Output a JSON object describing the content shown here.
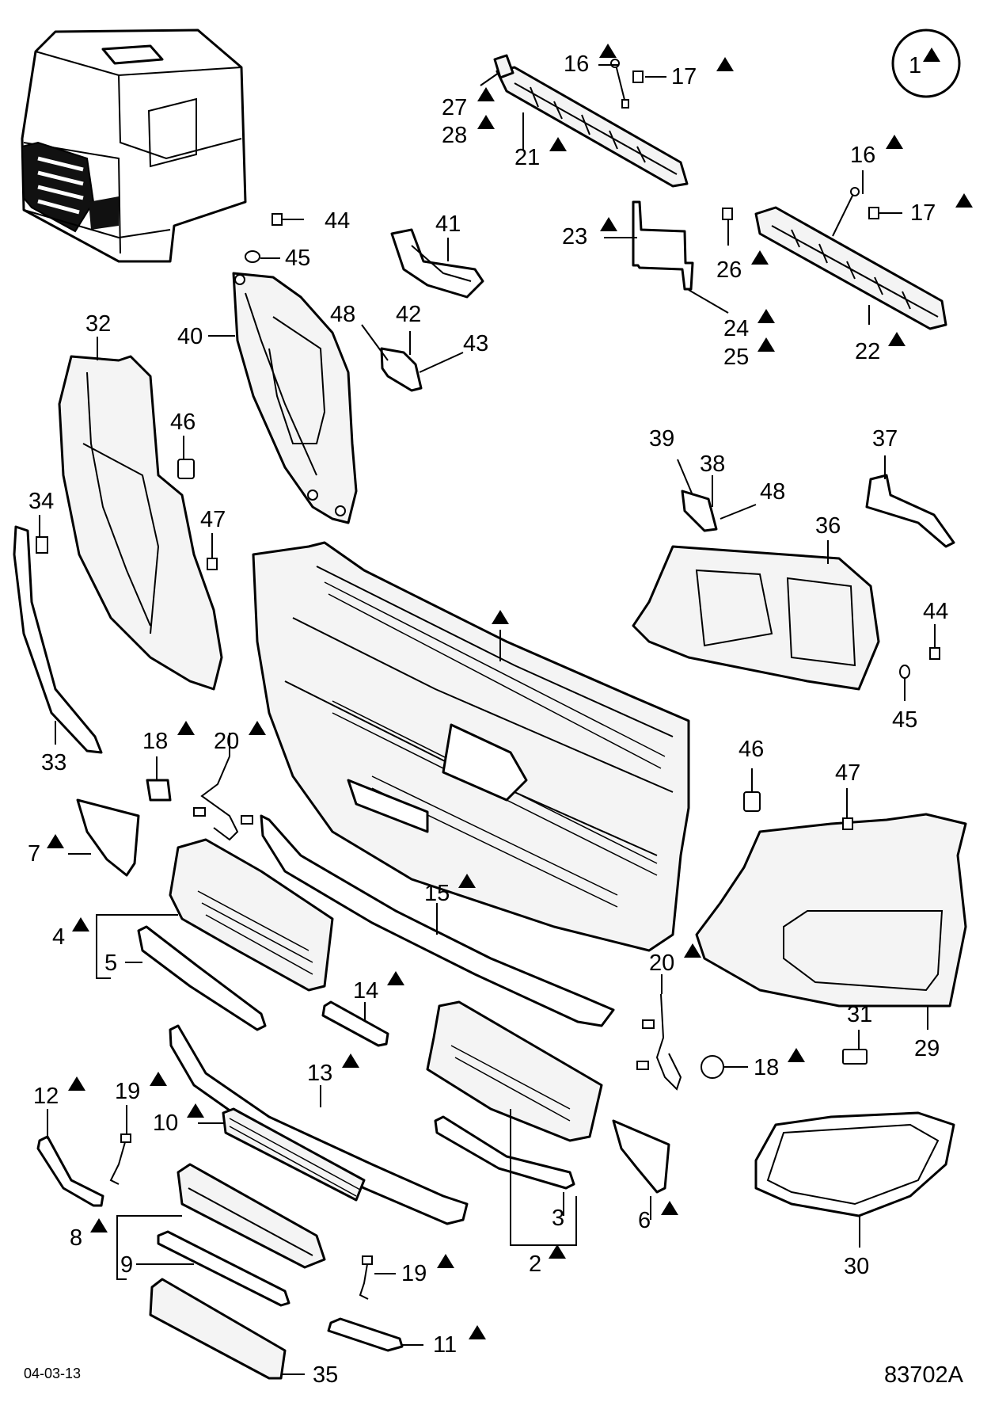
{
  "diagram": {
    "date_code": "04-03-13",
    "drawing_number": "83702A",
    "marker": {
      "number": "1"
    },
    "callouts": [
      {
        "id": "c16a",
        "text": "16",
        "tri": true
      },
      {
        "id": "c17a",
        "text": "17",
        "tri": true
      },
      {
        "id": "c27",
        "text": "27",
        "tri": true
      },
      {
        "id": "c28",
        "text": "28",
        "tri": true
      },
      {
        "id": "c21",
        "text": "21",
        "tri": true
      },
      {
        "id": "c16b",
        "text": "16",
        "tri": true
      },
      {
        "id": "c17b",
        "text": "17",
        "tri": true
      },
      {
        "id": "c44a",
        "text": "44",
        "tri": false
      },
      {
        "id": "c45a",
        "text": "45",
        "tri": false
      },
      {
        "id": "c41",
        "text": "41",
        "tri": false
      },
      {
        "id": "c23",
        "text": "23",
        "tri": true
      },
      {
        "id": "c26",
        "text": "26",
        "tri": true
      },
      {
        "id": "c24",
        "text": "24",
        "tri": true
      },
      {
        "id": "c25",
        "text": "25",
        "tri": true
      },
      {
        "id": "c22",
        "text": "22",
        "tri": true
      },
      {
        "id": "c32",
        "text": "32",
        "tri": false
      },
      {
        "id": "c40",
        "text": "40",
        "tri": false
      },
      {
        "id": "c48a",
        "text": "48",
        "tri": false
      },
      {
        "id": "c42",
        "text": "42",
        "tri": false
      },
      {
        "id": "c43",
        "text": "43",
        "tri": false
      },
      {
        "id": "c46a",
        "text": "46",
        "tri": false
      },
      {
        "id": "c34",
        "text": "34",
        "tri": false
      },
      {
        "id": "c47a",
        "text": "47",
        "tri": false
      },
      {
        "id": "c39",
        "text": "39",
        "tri": false
      },
      {
        "id": "c38",
        "text": "38",
        "tri": false
      },
      {
        "id": "c48b",
        "text": "48",
        "tri": false
      },
      {
        "id": "c37",
        "text": "37",
        "tri": false
      },
      {
        "id": "c36",
        "text": "36",
        "tri": false
      },
      {
        "id": "c44b",
        "text": "44",
        "tri": false
      },
      {
        "id": "c45b",
        "text": "45",
        "tri": false
      },
      {
        "id": "c33",
        "text": "33",
        "tri": false
      },
      {
        "id": "c18a",
        "text": "18",
        "tri": true
      },
      {
        "id": "c20a",
        "text": "20",
        "tri": true
      },
      {
        "id": "c46b",
        "text": "46",
        "tri": false
      },
      {
        "id": "c47b",
        "text": "47",
        "tri": false
      },
      {
        "id": "c7",
        "text": "7",
        "tri": true
      },
      {
        "id": "c15",
        "text": "15",
        "tri": true
      },
      {
        "id": "c4",
        "text": "4",
        "tri": true
      },
      {
        "id": "c5",
        "text": "5",
        "tri": false
      },
      {
        "id": "c14",
        "text": "14",
        "tri": true
      },
      {
        "id": "c20b",
        "text": "20",
        "tri": true
      },
      {
        "id": "c29",
        "text": "29",
        "tri": false
      },
      {
        "id": "c18b",
        "text": "18",
        "tri": true
      },
      {
        "id": "c12",
        "text": "12",
        "tri": true
      },
      {
        "id": "c19a",
        "text": "19",
        "tri": true
      },
      {
        "id": "c13",
        "text": "13",
        "tri": true
      },
      {
        "id": "c10",
        "text": "10",
        "tri": true
      },
      {
        "id": "c31",
        "text": "31",
        "tri": false
      },
      {
        "id": "c6",
        "text": "6",
        "tri": true
      },
      {
        "id": "c3",
        "text": "3",
        "tri": false
      },
      {
        "id": "c8",
        "text": "8",
        "tri": true
      },
      {
        "id": "c9",
        "text": "9",
        "tri": false
      },
      {
        "id": "c2",
        "text": "2",
        "tri": true
      },
      {
        "id": "c19b",
        "text": "19",
        "tri": true
      },
      {
        "id": "c30",
        "text": "30",
        "tri": false
      },
      {
        "id": "c11",
        "text": "11",
        "tri": true
      },
      {
        "id": "c35",
        "text": "35",
        "tri": false
      }
    ]
  }
}
